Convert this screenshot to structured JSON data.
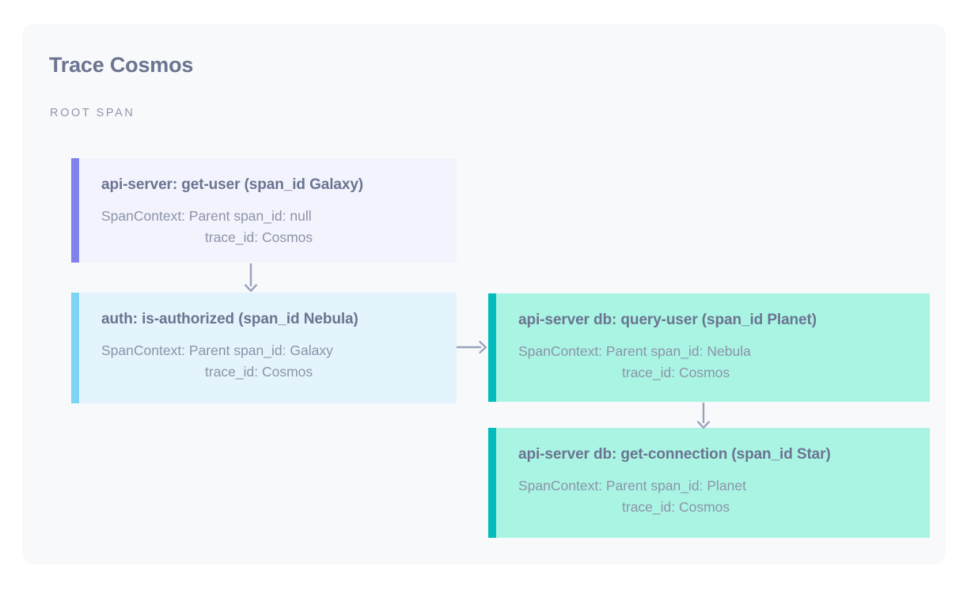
{
  "header": {
    "title": "Trace Cosmos",
    "section_label": "ROOT SPAN"
  },
  "colors": {
    "page_background": "#ffffff",
    "card_background": "#f8f9fb",
    "title_text": "#6b7490",
    "body_text": "#8b94a8",
    "label_text": "#8e97ab",
    "arrow": "#98a3bb",
    "root_accent": "#8183ec",
    "root_fill": "#f3f3fd",
    "auth_accent": "#7fd4f5",
    "auth_fill": "#e4f4fc",
    "db_accent": "#00bcbc",
    "db_fill": "#aaf4e4"
  },
  "trace": {
    "trace_id": "Cosmos",
    "spans": [
      {
        "key": "root",
        "title": "api-server: get-user (span_id Galaxy)",
        "service": "api-server",
        "operation": "get-user",
        "span_id": "Galaxy",
        "parent_line": "SpanContext: Parent span_id: null",
        "trace_line": "trace_id: Cosmos",
        "parent_span_id": "null"
      },
      {
        "key": "auth",
        "title": "auth: is-authorized (span_id Nebula)",
        "service": "auth",
        "operation": "is-authorized",
        "span_id": "Nebula",
        "parent_line": "SpanContext: Parent span_id: Galaxy",
        "trace_line": "trace_id: Cosmos",
        "parent_span_id": "Galaxy"
      },
      {
        "key": "query",
        "title": "api-server db: query-user (span_id Planet)",
        "service": "api-server db",
        "operation": "query-user",
        "span_id": "Planet",
        "parent_line": "SpanContext: Parent span_id: Nebula",
        "trace_line": "trace_id: Cosmos",
        "parent_span_id": "Nebula"
      },
      {
        "key": "connection",
        "title": "api-server db: get-connection (span_id Star)",
        "service": "api-server db",
        "operation": "get-connection",
        "span_id": "Star",
        "parent_line": "SpanContext: Parent span_id: Planet",
        "trace_line": "trace_id: Cosmos",
        "parent_span_id": "Planet"
      }
    ],
    "edges": [
      {
        "from": "Galaxy",
        "to": "Nebula",
        "direction": "down"
      },
      {
        "from": "Nebula",
        "to": "Planet",
        "direction": "right"
      },
      {
        "from": "Planet",
        "to": "Star",
        "direction": "down"
      }
    ]
  }
}
